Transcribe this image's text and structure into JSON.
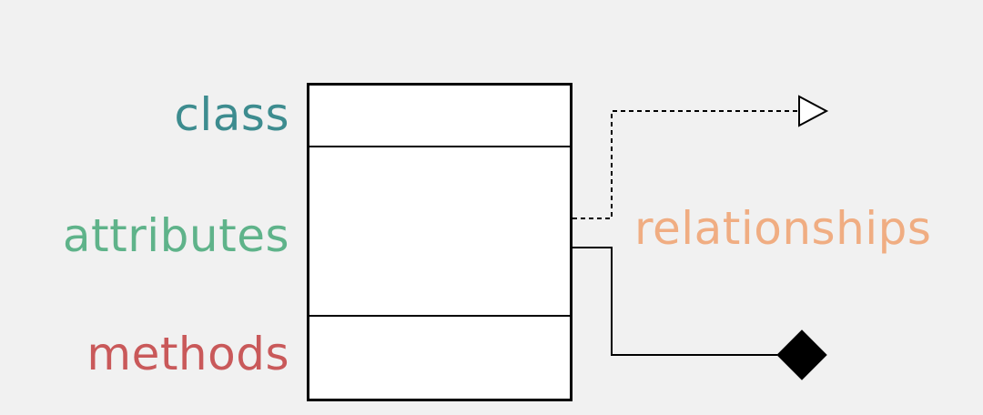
{
  "labels": {
    "class": "class",
    "attributes": "attributes",
    "methods": "methods",
    "relationships": "relationships"
  },
  "colors": {
    "class": "#3d8c8f",
    "attributes": "#5fb38a",
    "methods": "#c9595a",
    "relationships": "#f0ad82",
    "background": "#f1f1f1",
    "line": "#000000"
  },
  "icons": {
    "inheritance_arrow": "hollow-triangle-arrowhead",
    "composition_end": "filled-diamond"
  }
}
